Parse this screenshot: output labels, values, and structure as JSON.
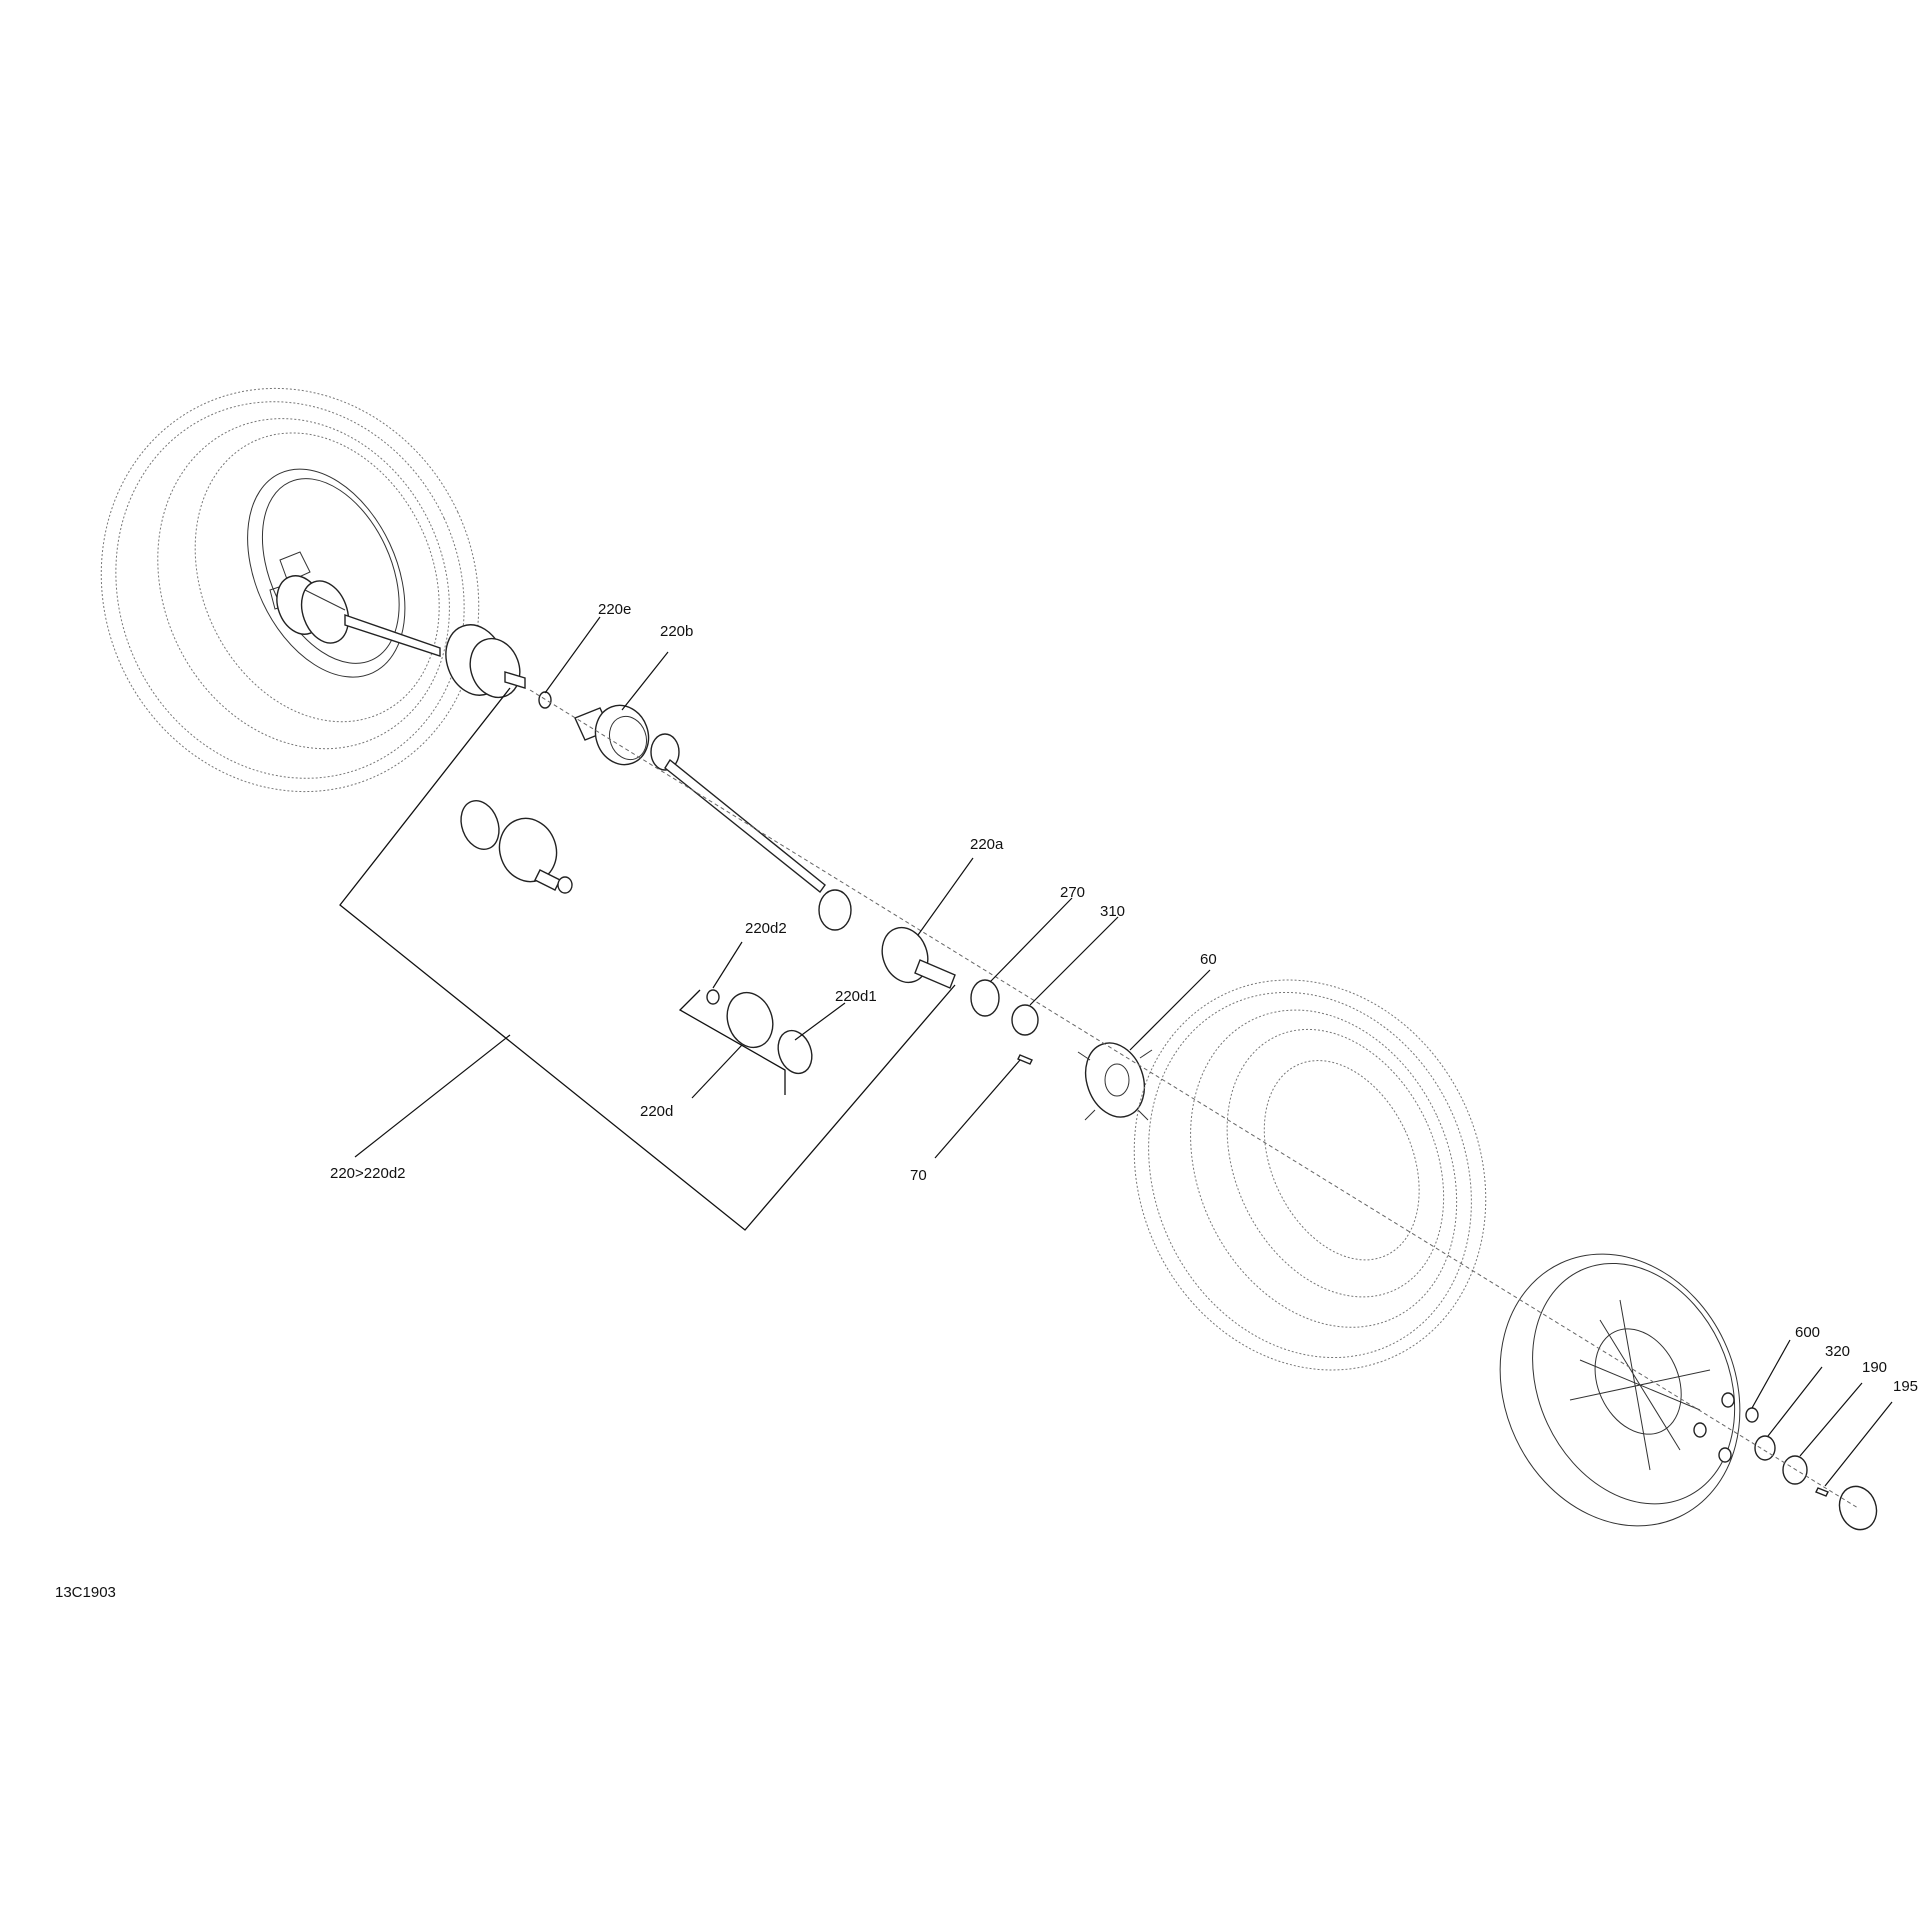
{
  "figure_code": "13C1903",
  "callouts": {
    "c220e": "220e",
    "c220b": "220b",
    "c220a": "220a",
    "c270": "270",
    "c310": "310",
    "c60": "60",
    "c220d2": "220d2",
    "c220d1": "220d1",
    "c220d": "220d",
    "c220range": "220>220d2",
    "c70": "70",
    "c600": "600",
    "c320": "320",
    "c190": "190",
    "c195": "195"
  }
}
